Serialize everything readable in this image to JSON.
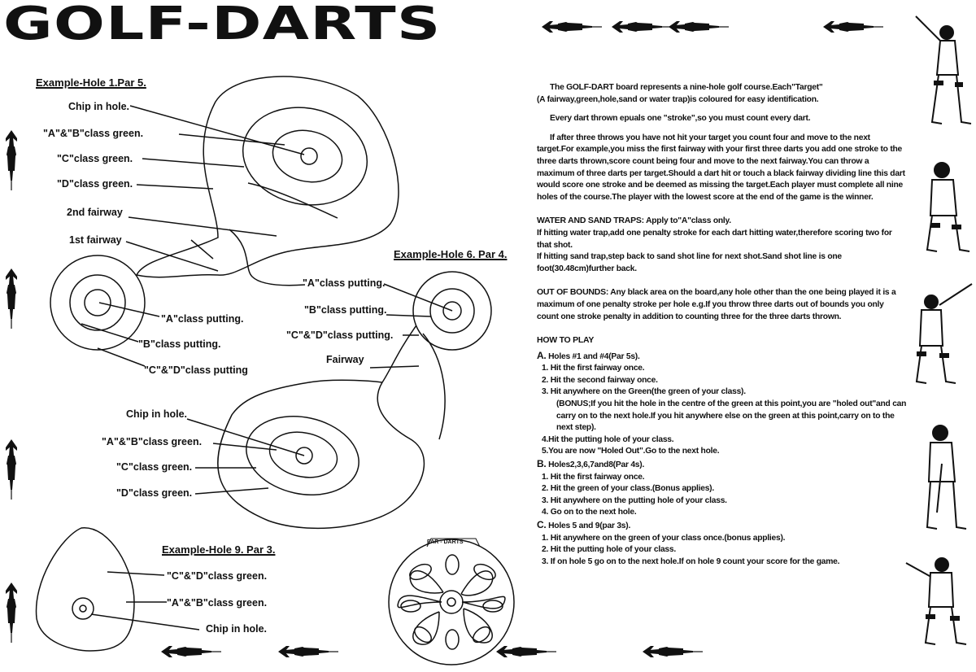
{
  "title": "GOLF-DARTS",
  "board_label": "PAR - DARTS",
  "hole1": {
    "header": "Example-Hole 1.Par 5.",
    "labels": [
      "Chip in hole.",
      "\"A\"&\"B\"class green.",
      "\"C\"class green.",
      "\"D\"class green.",
      "2nd fairway",
      "1st fairway",
      "\"A\"class putting.",
      "\"B\"class putting.",
      "\"C\"&\"D\"class putting"
    ]
  },
  "hole6": {
    "header": "Example-Hole 6. Par 4.",
    "labels": [
      "\"A\"class putting.",
      "\"B\"class putting.",
      "\"C\"&\"D\"class putting.",
      "Fairway",
      "Chip in hole.",
      "\"A\"&\"B\"class green.",
      "\"C\"class green.",
      "\"D\"class green."
    ]
  },
  "hole9": {
    "header": "Example-Hole 9. Par 3.",
    "labels": [
      "\"C\"&\"D\"class green.",
      "\"A\"&\"B\"class green.",
      "Chip in hole."
    ]
  },
  "rules": {
    "intro1": "The GOLF-DART board represents a nine-hole golf course.Each\"Target\"",
    "intro2": "(A fairway,green,hole,sand or water trap)is coloured for easy identification.",
    "every_dart": "Every dart thrown epuals one \"stroke\",so you must count every dart.",
    "miss_rule": "If after three throws you have not hit your target you count four and move to the next target.For example,you miss the first fairway with your first three darts you add one stroke to the three darts thrown,score count being four and move to the next fairway.You can throw a maximum of three darts per target.Should a dart hit or touch a black fairway dividing line this dart would score one stroke and be deemed as missing the target.Each player must complete all nine holes of the course.The player with the lowest score at the end of the game is the winner.",
    "water_title": "WATER AND SAND TRAPS:",
    "water_title_rest": " Apply to\"A\"class only.",
    "water1": "If hitting water trap,add one penalty stroke for each dart hitting water,therefore scoring two for that shot.",
    "water2": "If hitting sand trap,step back to sand shot line for next shot.Sand shot line is one foot(30.48cm)further back.",
    "oob_title": "OUT OF BOUNDS:",
    "oob_rest": " Any black area on the board,any hole other than the one being played it is a maximum of one penalty stroke per hole e.g.If you throw three darts out of bounds you only count one stroke penalty in addition to counting three for the three darts thrown.",
    "howto_title": "HOW TO PLAY",
    "a_letter": "A.",
    "a_head": "Holes #1 and #4(Par 5s).",
    "a1": "1. Hit the first fairway once.",
    "a2": "2. Hit the second fairway once.",
    "a3": "3. Hit anywhere on the Green(the green of your class).",
    "a3_bonus": "(BONUS;If you hit the hole in the centre of the green at this point,you are \"holed out\"and can carry on to the next hole.If you hit anywhere else on the green at this point,carry on to the next step).",
    "a4": "4.Hit the putting hole of your class.",
    "a5": "5.You are now \"Holed Out\".Go to the next hole.",
    "b_letter": "B.",
    "b_head": "Holes2,3,6,7and8(Par 4s).",
    "b1": "1. Hit the first fairway once.",
    "b2": "2. Hit the green of your class.(Bonus applies).",
    "b3": "3. Hit anywhere on the putting hole of your class.",
    "b4": "4. Go on to the next hole.",
    "c_letter": "C.",
    "c_head": "Holes 5 and 9(par 3s).",
    "c1": "1. Hit anywhere on the green of your class once.(bonus applies).",
    "c2": "2. Hit the putting hole of your class.",
    "c3": "3. If on hole 5 go on to the next hole.If on hole 9 count your score for the game."
  }
}
